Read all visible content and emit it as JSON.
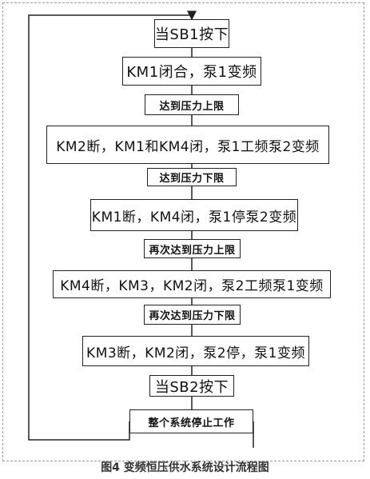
{
  "flowchart": {
    "steps": [
      "当SB1按下",
      "KM1闭合，泵1变频",
      "达到压力上限",
      "KM2断，KM1和KM4闭，泵1工频泵2变频",
      "达到压力下限",
      "KM1断，KM4闭，泵1停泵2变频",
      "再次达到压力上限",
      "KM4断，KM3，KM2闭，泵2工频泵1变频",
      "再次达到压力下限",
      "KM3断，KM2闭，泵2停，泵1变频",
      "当SB2按下",
      "整个系统停止工作"
    ]
  },
  "caption": "图4  变频恒压供水系统设计流程图",
  "colors": {
    "line": "#222222",
    "box_border": "#222222",
    "caption": "#333333"
  }
}
